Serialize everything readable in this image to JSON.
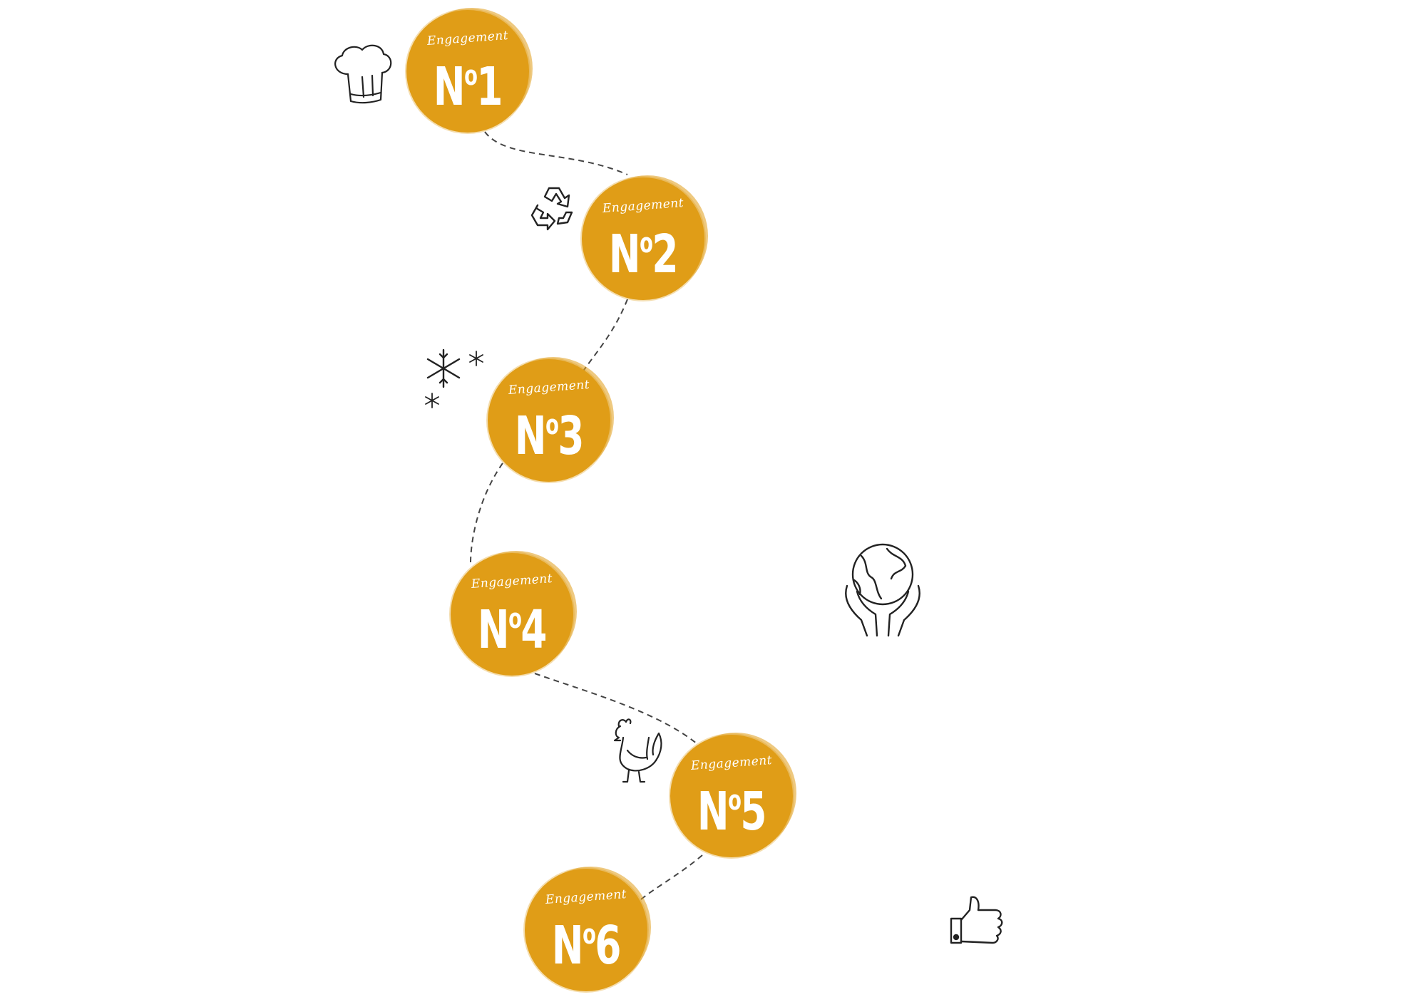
{
  "engagements": [
    {
      "label": "Engagement",
      "prefix": "N",
      "sup": "o",
      "number": "1"
    },
    {
      "label": "Engagement",
      "prefix": "N",
      "sup": "o",
      "number": "2"
    },
    {
      "label": "Engagement",
      "prefix": "N",
      "sup": "o",
      "number": "3"
    },
    {
      "label": "Engagement",
      "prefix": "N",
      "sup": "o",
      "number": "4"
    },
    {
      "label": "Engagement",
      "prefix": "N",
      "sup": "o",
      "number": "5"
    },
    {
      "label": "Engagement",
      "prefix": "N",
      "sup": "o",
      "number": "6"
    }
  ],
  "icons": [
    "chef-hat-icon",
    "recycle-icon",
    "snowflake-icon",
    "globe-in-hands-icon",
    "rooster-icon",
    "thumbs-up-icon"
  ],
  "colors": {
    "badge": "#e09d17",
    "badge_text": "#ffffff",
    "line": "#444444",
    "icon_stroke": "#222222"
  }
}
